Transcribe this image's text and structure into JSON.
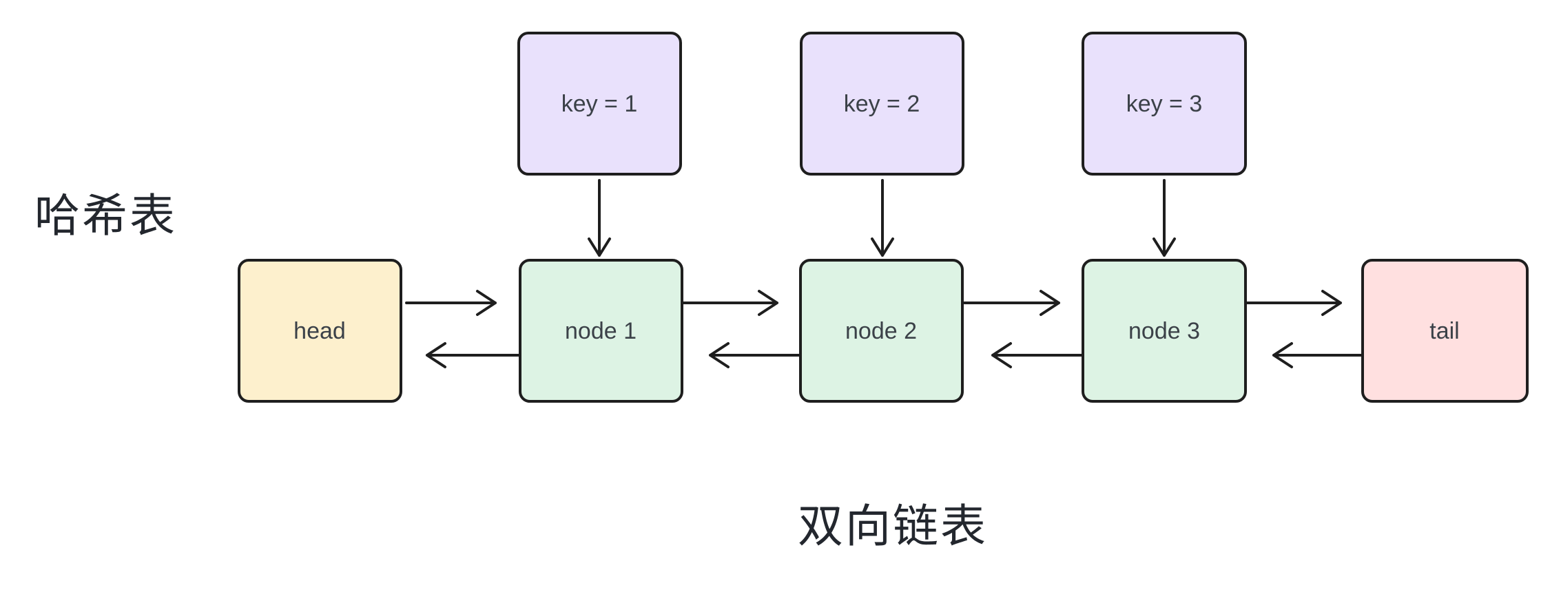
{
  "titles": {
    "hash_table": "哈希表",
    "doubly_linked_list": "双向链表"
  },
  "hash_keys": [
    {
      "label": "key = 1"
    },
    {
      "label": "key = 2"
    },
    {
      "label": "key = 3"
    }
  ],
  "linked_list": [
    {
      "label": "head"
    },
    {
      "label": "node 1"
    },
    {
      "label": "node 2"
    },
    {
      "label": "node 3"
    },
    {
      "label": "tail"
    }
  ],
  "colors": {
    "background": "#ffffff",
    "key_fill": "#e9e1fc",
    "node_fill": "#ddf3e4",
    "head_fill": "#fdf0cd",
    "tail_fill": "#ffe0e0",
    "stroke": "#1e1e1e",
    "label_text": "#3b4148",
    "title_text": "#23272e"
  }
}
